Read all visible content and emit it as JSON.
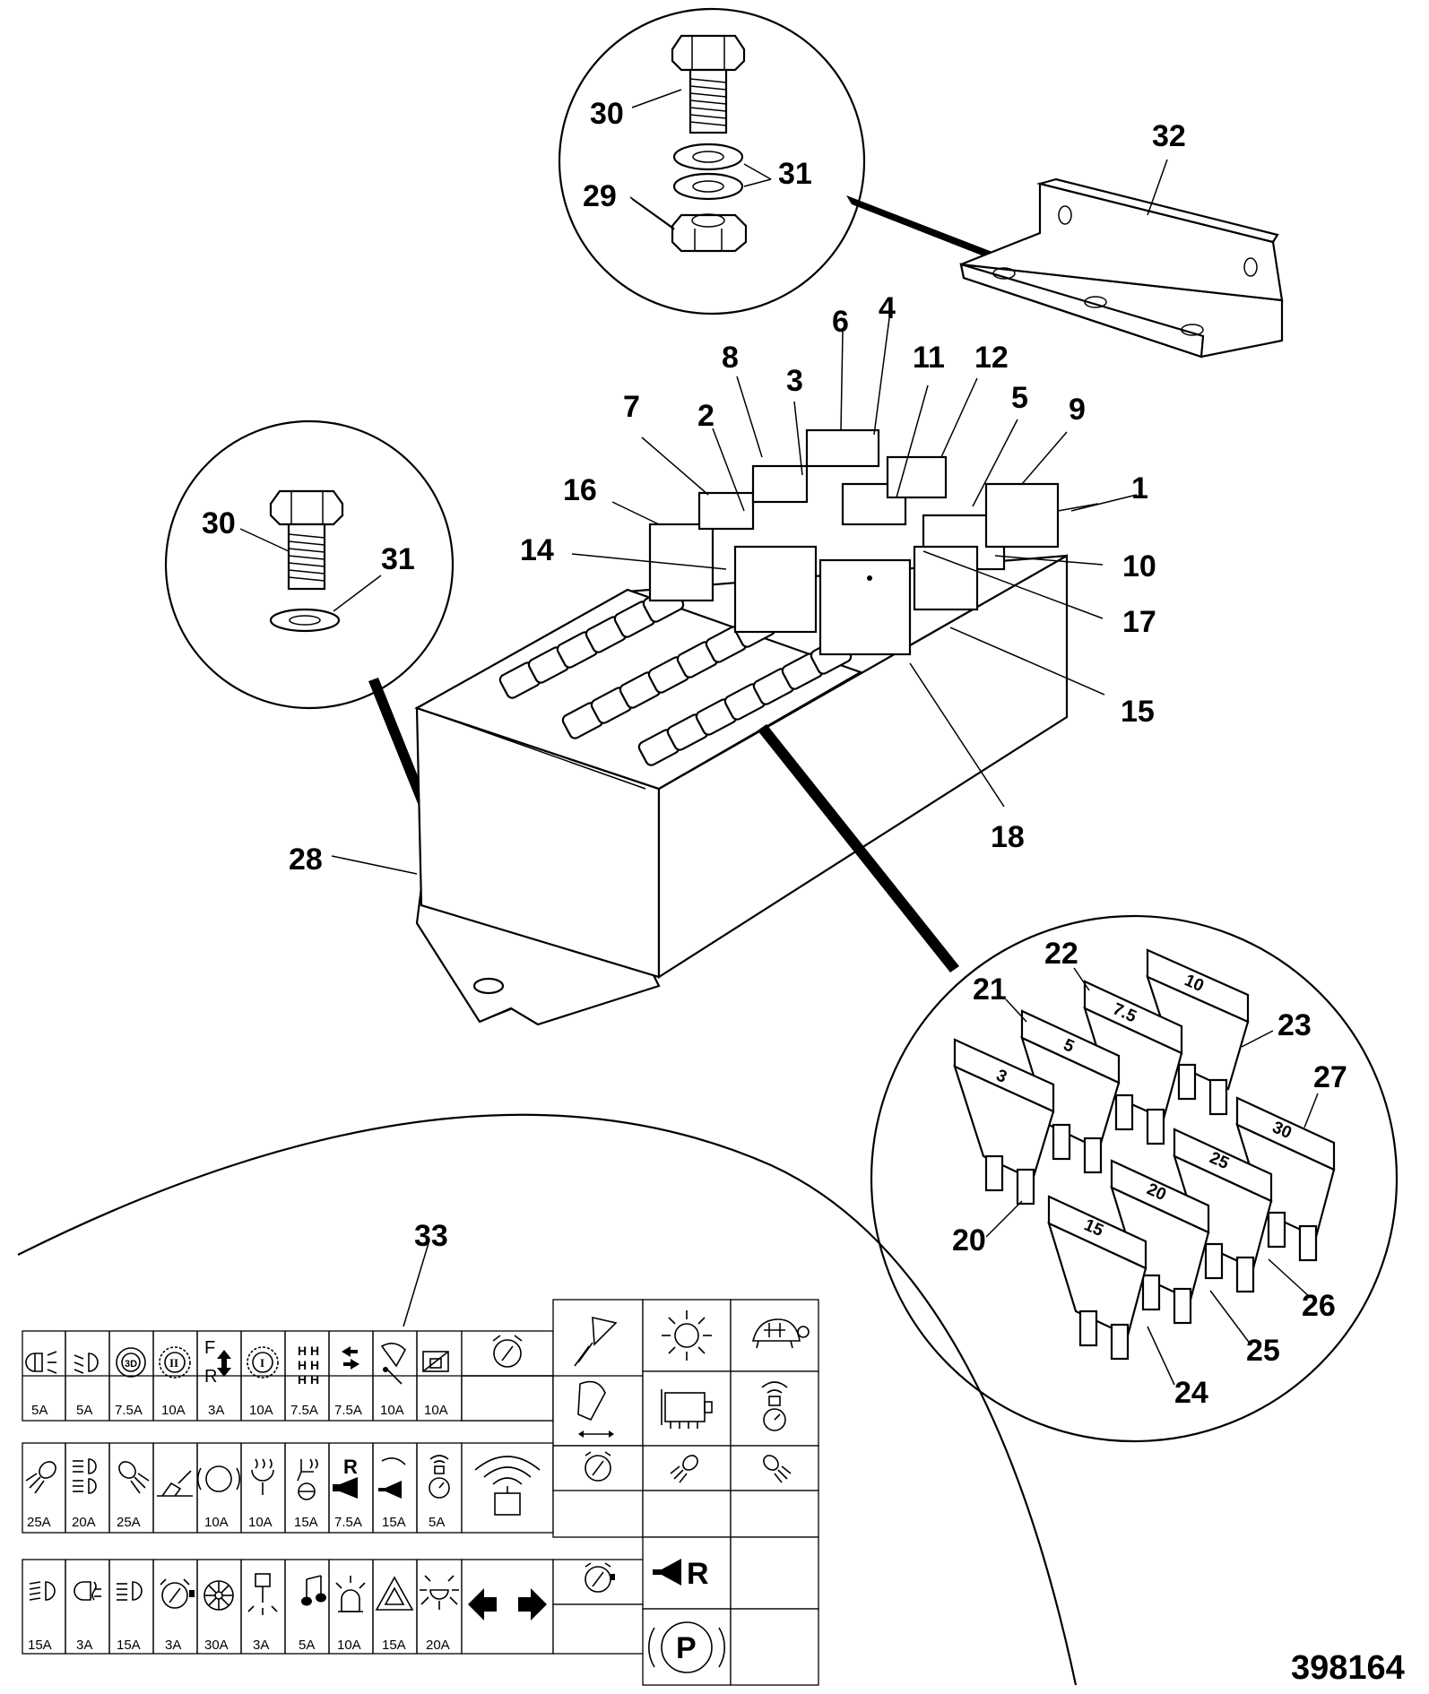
{
  "drawing_number": "398164",
  "callouts": {
    "c1": "1",
    "c2": "2",
    "c3": "3",
    "c4": "4",
    "c5": "5",
    "c6": "6",
    "c7": "7",
    "c8": "8",
    "c9": "9",
    "c10": "10",
    "c11": "11",
    "c12": "12",
    "c14": "14",
    "c15": "15",
    "c16": "16",
    "c17": "17",
    "c18": "18",
    "c20": "20",
    "c21": "21",
    "c22": "22",
    "c23": "23",
    "c24": "24",
    "c25": "25",
    "c26": "26",
    "c27": "27",
    "c28": "28",
    "c29": "29",
    "c30a": "30",
    "c30b": "30",
    "c31a": "31",
    "c31b": "31",
    "c32": "32",
    "c33": "33"
  },
  "fuse_detail_values": [
    "3",
    "5",
    "7.5",
    "10",
    "15",
    "20",
    "25",
    "30"
  ],
  "label_panel": {
    "row1": [
      "5A",
      "5A",
      "7.5A",
      "10A",
      "3A",
      "10A",
      "7.5A",
      "7.5A",
      "10A",
      "10A"
    ],
    "row2": [
      "25A",
      "20A",
      "25A",
      "10A",
      "10A",
      "15A",
      "7.5A",
      "15A",
      "5A"
    ],
    "row3": [
      "15A",
      "3A",
      "15A",
      "3A",
      "30A",
      "3A",
      "5A",
      "10A",
      "15A",
      "20A"
    ],
    "row1_letters": [
      "F",
      "R"
    ],
    "row2_letters": [
      "R"
    ],
    "side_letters": [
      "R",
      "P"
    ]
  },
  "icons": [
    "side-light-icon",
    "dipped-beam-icon",
    "diff-lock-icon",
    "gear-ii-icon",
    "forward-reverse-icon",
    "gear-i-icon",
    "hhh-icon",
    "shuttle-arrows-icon",
    "wiper-icon",
    "rear-wiper-icon",
    "ignition-icon",
    "work-light-icon",
    "main-beam-icon",
    "fog-icon",
    "bucket-icon",
    "brake-icon",
    "heater-icon",
    "seat-icon",
    "reverse-horn-icon",
    "wash-icon",
    "beacon-icon",
    "radar-icon",
    "turtle-icon",
    "engine-icon",
    "horn-icon",
    "hazard-icon",
    "music-note-icon",
    "indicator-arrows-icon",
    "park-brake-icon"
  ]
}
